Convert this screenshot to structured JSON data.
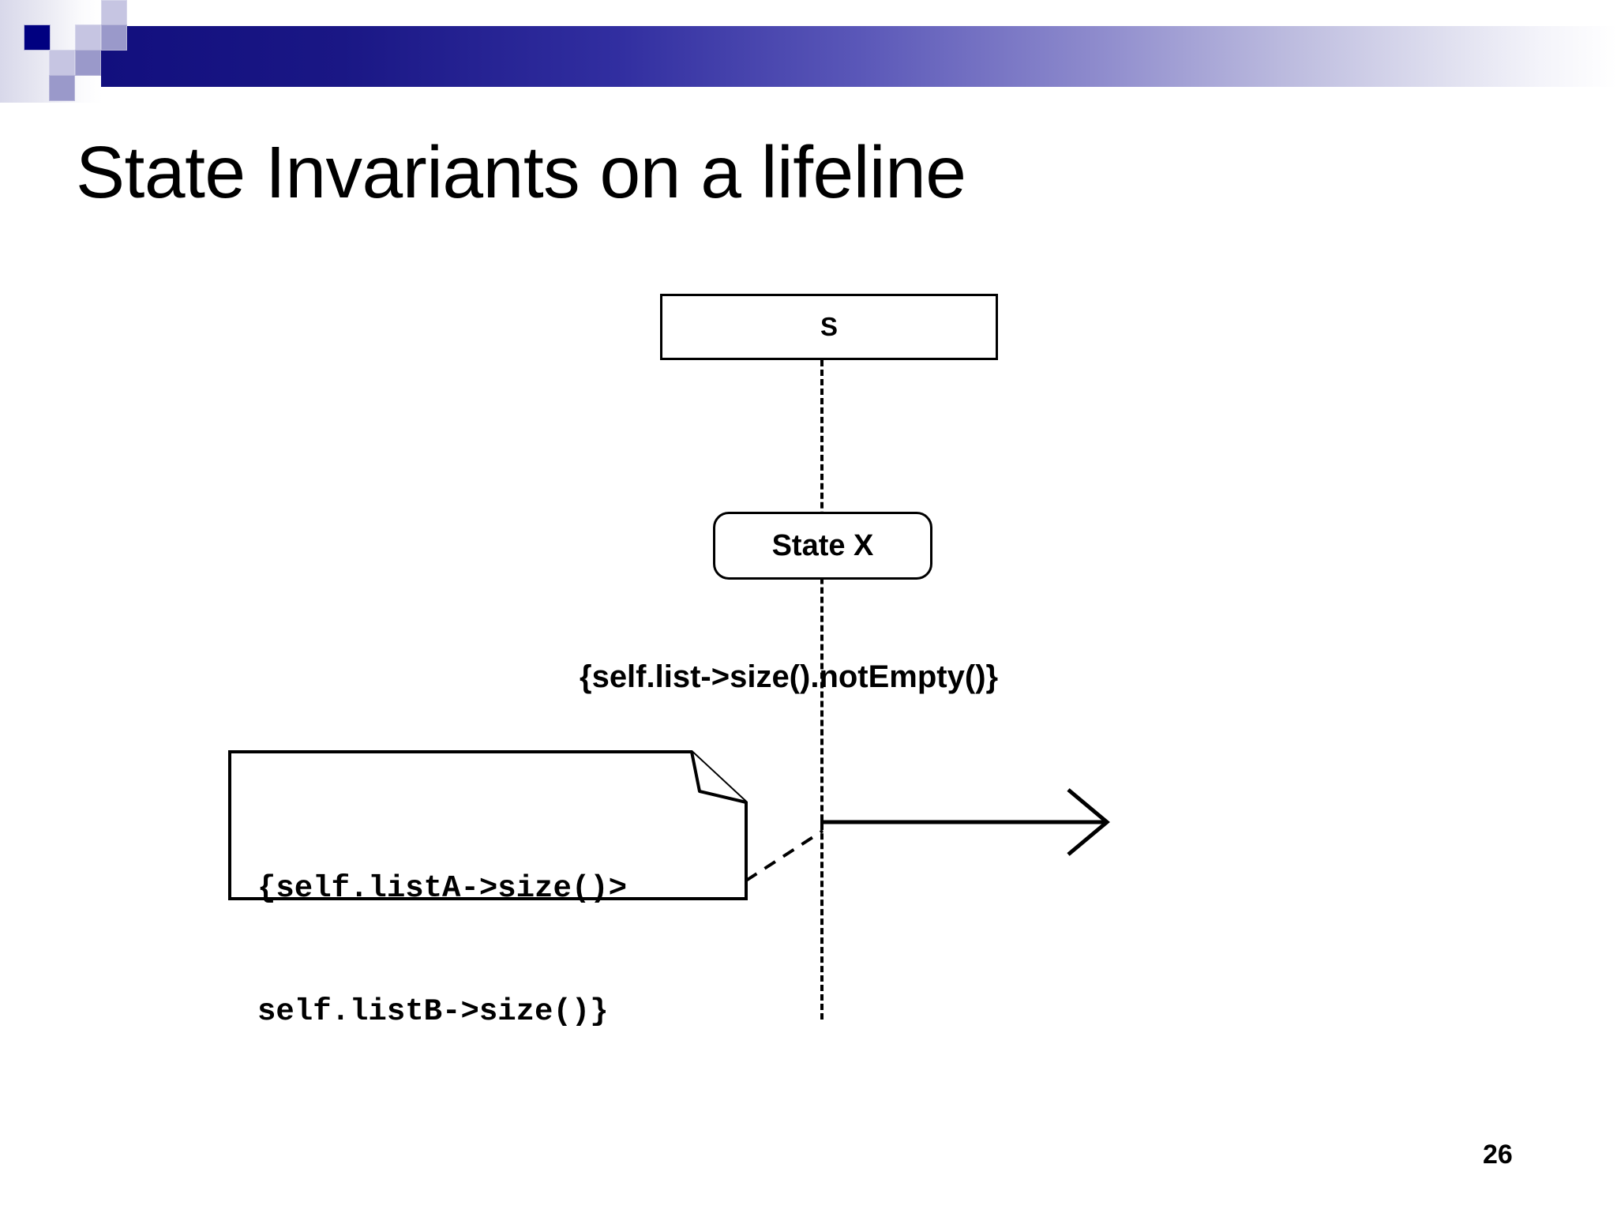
{
  "slide": {
    "title": "State Invariants on a lifeline",
    "page_number": "26",
    "background_color": "#ffffff"
  },
  "header": {
    "accent_color": "#000080",
    "bar_gradient_from": "#120f7e",
    "bar_gradient_to": "#ffffff",
    "squares": [
      {
        "name": "navy-square",
        "color": "#000080"
      },
      {
        "name": "light-square-upper",
        "color": "#c6c5e2"
      },
      {
        "name": "mid-square-upper",
        "color": "#9a99ca"
      },
      {
        "name": "light-square-mid",
        "color": "#c6c5e2"
      },
      {
        "name": "mid-square-mid",
        "color": "#9a99ca"
      },
      {
        "name": "mid-square-lower",
        "color": "#9a99ca"
      },
      {
        "name": "light-square-top",
        "color": "#c6c5e2"
      }
    ]
  },
  "diagram": {
    "type": "uml-sequence-diagram",
    "lifeline": {
      "label": "S",
      "style": "dashed"
    },
    "state_invariant_box": {
      "label": "State X",
      "shape": "rounded-rectangle"
    },
    "constraint_on_lifeline": "{self.list->size().notEmpty()}",
    "note": {
      "shape": "note-with-folded-corner",
      "line1": "{self.listA->size()>",
      "line2": "self.listB->size()}",
      "connector": "dashed"
    },
    "message_arrow": {
      "style": "solid-line-open-arrowhead",
      "direction": "right",
      "label": ""
    }
  }
}
